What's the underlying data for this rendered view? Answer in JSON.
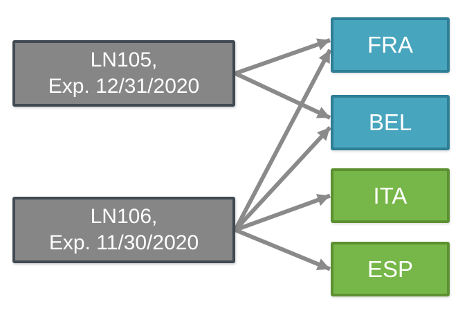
{
  "diagram": {
    "nodes": [
      {
        "id": "ln105",
        "line1": "LN105,",
        "line2": "Exp. 12/31/2020",
        "kind": "lot"
      },
      {
        "id": "ln106",
        "line1": "LN106,",
        "line2": "Exp. 11/30/2020",
        "kind": "lot"
      },
      {
        "id": "fra",
        "label": "FRA",
        "kind": "country-teal"
      },
      {
        "id": "bel",
        "label": "BEL",
        "kind": "country-teal"
      },
      {
        "id": "ita",
        "label": "ITA",
        "kind": "country-green"
      },
      {
        "id": "esp",
        "label": "ESP",
        "kind": "country-green"
      }
    ],
    "edges": [
      {
        "from": "ln105",
        "to": "fra"
      },
      {
        "from": "ln105",
        "to": "bel"
      },
      {
        "from": "ln106",
        "to": "fra"
      },
      {
        "from": "ln106",
        "to": "bel"
      },
      {
        "from": "ln106",
        "to": "ita"
      },
      {
        "from": "ln106",
        "to": "esp"
      }
    ],
    "colors": {
      "source_fill": "#868686",
      "source_border": "#414A53",
      "teal_fill": "#47A5BD",
      "teal_border": "#2E7E95",
      "green_fill": "#77B74A",
      "green_border": "#5C9031",
      "arrow": "#8A8A8A",
      "text": "#FFFFFF"
    }
  }
}
